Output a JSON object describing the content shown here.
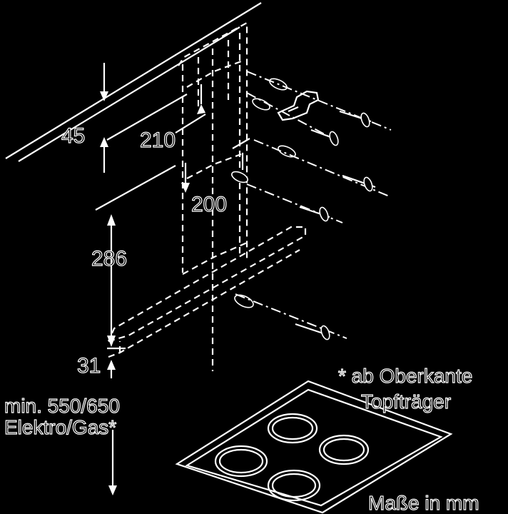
{
  "dimensions": {
    "d45": "45",
    "d210": "210",
    "d200": "200",
    "d286": "286",
    "d31": "31"
  },
  "notes": {
    "min_height_line1": "min. 550/650",
    "min_height_line2": "Elektro/Gas*",
    "footnote_line1": "* ab Oberkante",
    "footnote_line2": "Topfträger",
    "units": "Maße in mm"
  },
  "colors": {
    "background": "#000000",
    "lines": "#ffffff"
  }
}
